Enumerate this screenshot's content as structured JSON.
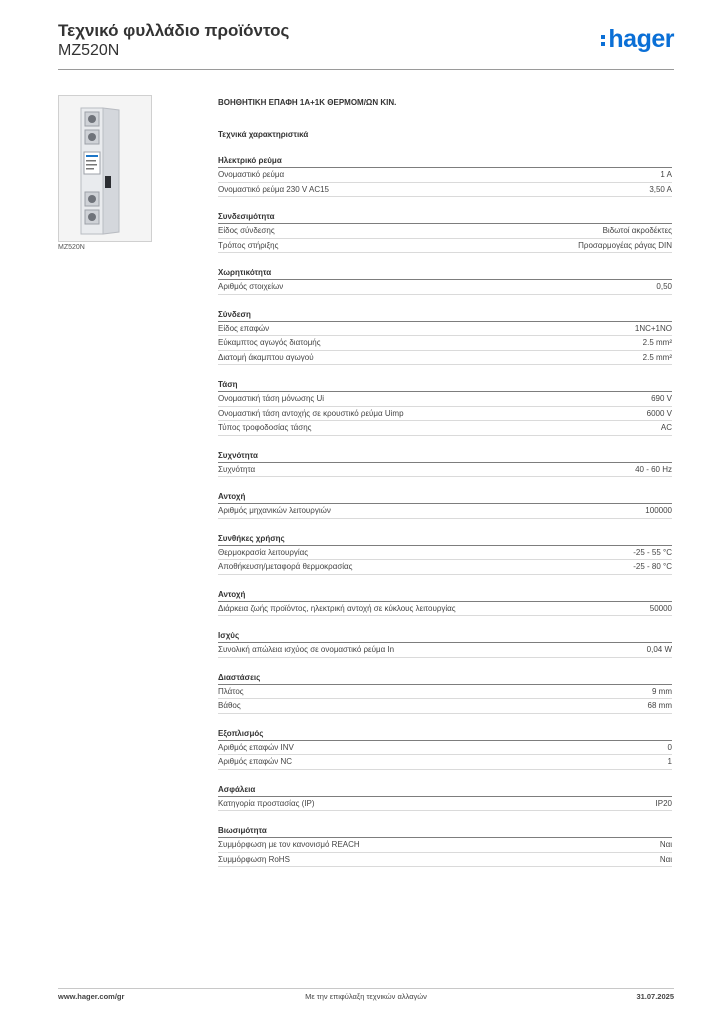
{
  "header": {
    "title": "Τεχνικό φυλλάδιο προϊόντος",
    "reference": "MZ520N",
    "logo": "hager",
    "brand_color": "#0a6fd6"
  },
  "image": {
    "caption": "MZ520N"
  },
  "product": {
    "name": "ΒΟΗΘΗΤΙΚΗ ΕΠΑΦΗ 1Α+1Κ ΘΕΡΜΟΜ/ΩΝ ΚΙΝ.",
    "tech_heading": "Τεχνικά χαρακτηριστικά"
  },
  "sections": [
    {
      "title": "Ηλεκτρικό ρεύμα",
      "rows": [
        {
          "label": "Ονομαστικό ρεύμα",
          "value": "1 A"
        },
        {
          "label": "Ονομαστικό ρεύμα 230 V AC15",
          "value": "3,50 A"
        }
      ]
    },
    {
      "title": "Συνδεσιμότητα",
      "rows": [
        {
          "label": "Είδος σύνδεσης",
          "value": "Βιδωτοί ακροδέκτες"
        },
        {
          "label": "Τρόπος στήριξης",
          "value": "Προσαρμογέας ράγας DIN"
        }
      ]
    },
    {
      "title": "Χωρητικότητα",
      "rows": [
        {
          "label": "Αριθμός στοιχείων",
          "value": "0,50"
        }
      ]
    },
    {
      "title": "Σύνδεση",
      "rows": [
        {
          "label": "Είδος επαφών",
          "value": "1NC+1NO"
        },
        {
          "label": "Εύκαμπτος αγωγός διατομής",
          "value": "2.5 mm²"
        },
        {
          "label": "Διατομή άκαμπτου αγωγού",
          "value": "2.5 mm²"
        }
      ]
    },
    {
      "title": "Τάση",
      "rows": [
        {
          "label": "Ονομαστική τάση μόνωσης Ui",
          "value": "690 V"
        },
        {
          "label": "Ονομαστική τάση αντοχής σε κρουστικό ρεύμα Uimp",
          "value": "6000 V"
        },
        {
          "label": "Τύπος τροφοδοσίας τάσης",
          "value": "AC"
        }
      ]
    },
    {
      "title": "Συχνότητα",
      "rows": [
        {
          "label": "Συχνότητα",
          "value": "40 - 60 Hz"
        }
      ]
    },
    {
      "title": "Αντοχή",
      "rows": [
        {
          "label": "Αριθμός μηχανικών λειτουργιών",
          "value": "100000"
        }
      ]
    },
    {
      "title": "Συνθήκες χρήσης",
      "rows": [
        {
          "label": "Θερμοκρασία λειτουργίας",
          "value": "-25 - 55 °C"
        },
        {
          "label": "Αποθήκευση/μεταφορά θερμοκρασίας",
          "value": "-25 - 80 °C"
        }
      ]
    },
    {
      "title": "Αντοχή",
      "rows": [
        {
          "label": "Διάρκεια ζωής προϊόντος, ηλεκτρική αντοχή σε κύκλους λειτουργίας",
          "value": "50000"
        }
      ]
    },
    {
      "title": "Ισχύς",
      "rows": [
        {
          "label": "Συνολική απώλεια ισχύος σε ονομαστικό ρεύμα In",
          "value": "0,04 W"
        }
      ]
    },
    {
      "title": "Διαστάσεις",
      "rows": [
        {
          "label": "Πλάτος",
          "value": "9 mm"
        },
        {
          "label": "Βάθος",
          "value": "68 mm"
        }
      ]
    },
    {
      "title": "Εξοπλισμός",
      "rows": [
        {
          "label": "Αριθμός επαφών INV",
          "value": "0"
        },
        {
          "label": "Αριθμός επαφών NC",
          "value": "1"
        }
      ]
    },
    {
      "title": "Ασφάλεια",
      "rows": [
        {
          "label": "Κατηγορία προστασίας (IP)",
          "value": "IP20"
        }
      ]
    },
    {
      "title": "Βιωσιμότητα",
      "rows": [
        {
          "label": "Συμμόρφωση με τον κανονισμό REACH",
          "value": "Ναι"
        },
        {
          "label": "Συμμόρφωση RoHS",
          "value": "Ναι"
        }
      ]
    }
  ],
  "footer": {
    "url": "www.hager.com/gr",
    "note": "Με την επιφύλαξη τεχνικών αλλαγών",
    "date": "31.07.2025"
  }
}
